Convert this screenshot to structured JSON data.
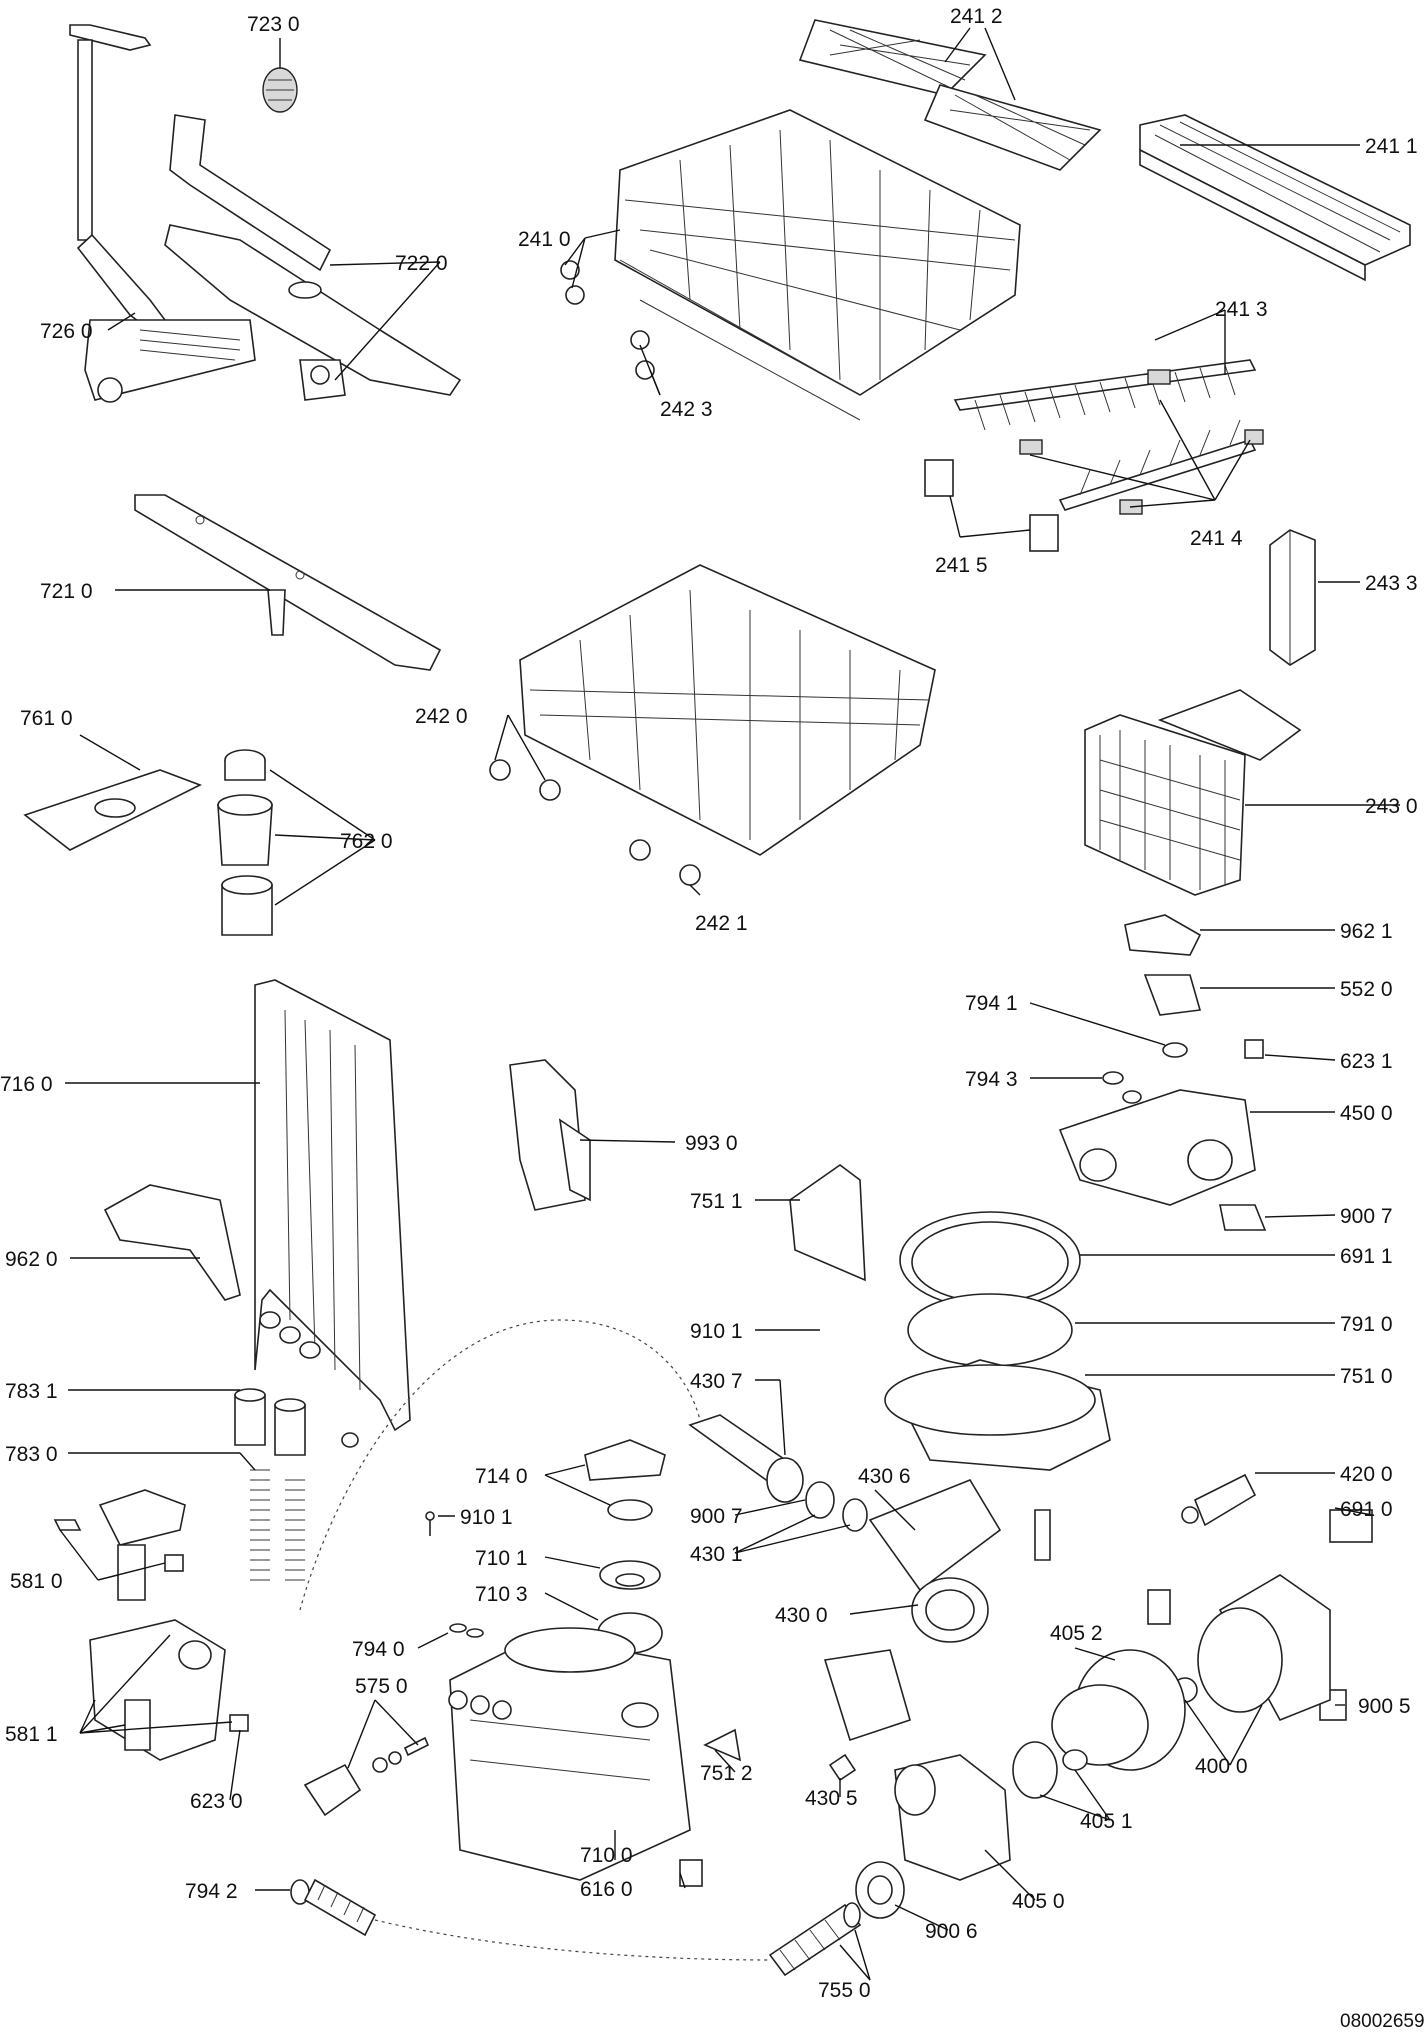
{
  "diagram": {
    "reference_number": "08002659",
    "labels": {
      "p7230": "723 0",
      "p2412": "241 2",
      "p2411": "241 1",
      "p2410": "241 0",
      "p7220": "722 0",
      "p7260": "726 0",
      "p2423": "242 3",
      "p2413": "241 3",
      "p2415": "241 5",
      "p2414": "241 4",
      "p7210": "721 0",
      "p2433": "243 3",
      "p7610": "761 0",
      "p2420": "242 0",
      "p7620": "762 0",
      "p2430": "243 0",
      "p2421": "242 1",
      "p9621": "962 1",
      "p5520": "552 0",
      "p7941": "794 1",
      "p6231": "623 1",
      "p7943": "794 3",
      "p4500": "450 0",
      "p7160": "716 0",
      "p9930": "993 0",
      "p9007a": "900 7",
      "p7511": "751 1",
      "p9620": "962 0",
      "p6911": "691 1",
      "p9101a": "910 1",
      "p7910": "791 0",
      "p4307": "430 7",
      "p7510": "751 0",
      "p7831": "783 1",
      "p7830": "783 0",
      "p7140": "714 0",
      "p4306": "430 6",
      "p4200": "420 0",
      "p9101b": "910 1",
      "p9007b": "900 7",
      "p6910": "691 0",
      "p4301": "430 1",
      "p5810": "581 0",
      "p7101": "710 1",
      "p7103": "710 3",
      "p4300": "430 0",
      "p4052": "405 2",
      "p7940": "794 0",
      "p5750": "575 0",
      "p9005": "900 5",
      "p5811": "581 1",
      "p7512": "751 2",
      "p4305": "430 5",
      "p4000": "400 0",
      "p6230": "623 0",
      "p4051": "405 1",
      "p7942": "794 2",
      "p7100": "710 0",
      "p6160": "616 0",
      "p4050": "405 0",
      "p9006": "900 6",
      "p7550": "755 0"
    }
  }
}
